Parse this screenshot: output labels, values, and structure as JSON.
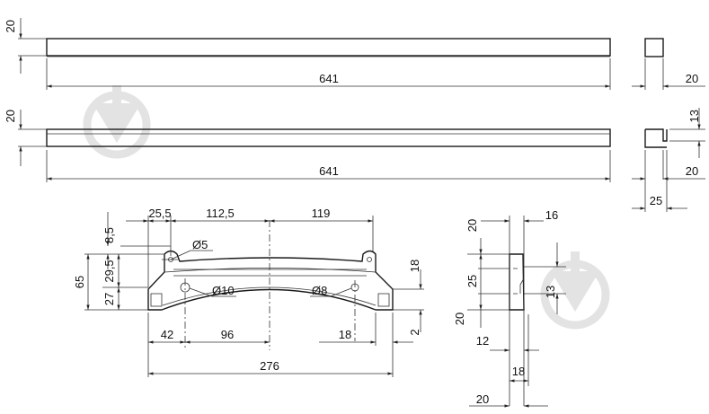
{
  "bars": {
    "top": {
      "length": "641",
      "height": "20",
      "section": "20"
    },
    "second": {
      "length": "641",
      "height": "20",
      "section_width": "20",
      "section_height": "13",
      "section_outer": "25"
    }
  },
  "bracket": {
    "top_dims": [
      "25,5",
      "112,5",
      "119"
    ],
    "left_dims": [
      "8,5",
      "29,5",
      "65",
      "27"
    ],
    "right_dim": "18",
    "holes": [
      "Ø5",
      "Ø10",
      "Ø8"
    ],
    "bottom_dims": [
      "42",
      "96",
      "18",
      "2"
    ],
    "overall": "276"
  },
  "side_view": {
    "top_left": "20",
    "top_right": "16",
    "left_dims": [
      "25",
      "20"
    ],
    "right_dim": "13",
    "bottom_dims": [
      "12",
      "18",
      "20"
    ]
  }
}
